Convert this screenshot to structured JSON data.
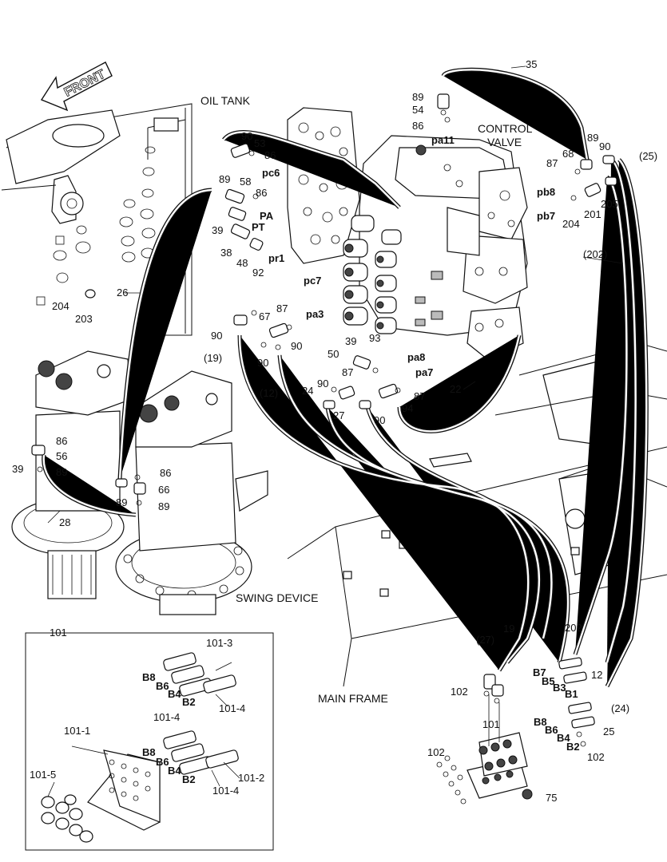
{
  "direction_arrow": "FRONT",
  "captions": {
    "oil_tank": "OIL TANK",
    "control_valve_line1": "CONTROL",
    "control_valve_line2": "VALVE",
    "swing_device": "SWING DEVICE",
    "main_frame": "MAIN FRAME"
  },
  "part_numbers": {
    "p35": "35",
    "p89a": "89",
    "p54": "54",
    "p86a": "86",
    "pa11": "pa11",
    "p89b": "89",
    "p90a": "90",
    "p68": "68",
    "p87a": "87",
    "p25p": "(25)",
    "pb8": "pb8",
    "pb7": "pb7",
    "p201": "201",
    "p205": "205",
    "p204a": "204",
    "p202p": "(202)",
    "p90b": "90",
    "p53": "53",
    "p86b": "86",
    "pc6": "pc6",
    "p89c": "89",
    "p58": "58",
    "p86c": "86",
    "pA": "PA",
    "pT": "PT",
    "p39a": "39",
    "p38": "38",
    "p48": "48",
    "p92": "92",
    "pr1": "pr1",
    "pc7": "pc7",
    "p26": "26",
    "p204b": "204",
    "p203": "203",
    "p87b": "87",
    "pa3": "pa3",
    "p67": "67",
    "p90c": "90",
    "p90d": "90",
    "p19p": "(19)",
    "p90e": "90",
    "p93": "93",
    "p39b": "39",
    "p50": "50",
    "p87c": "87",
    "pa8": "pa8",
    "pa7": "pa7",
    "p12p": "(12)",
    "p24": "24",
    "p90f": "90",
    "p22": "22",
    "p87d": "87",
    "p27": "27",
    "p90g": "90",
    "p94": "94",
    "p39c": "39",
    "p86d": "86",
    "p56": "56",
    "p89d": "89",
    "p86e": "86",
    "p66": "66",
    "p89e": "89",
    "p89f": "89",
    "p28": "28",
    "p101box": "101",
    "p101_3": "101-3",
    "bB8a": "B8",
    "bB6a": "B6",
    "bB4a": "B4",
    "bB2a": "B2",
    "p101_4a": "101-4",
    "p101_4b": "101-4",
    "bB8b": "B8",
    "bB6b": "B6",
    "bB4b": "B4",
    "bB2b": "B2",
    "p101_1": "101-1",
    "p101_5": "101-5",
    "p101_2": "101-2",
    "p101_4c": "101-4",
    "p19": "19",
    "p27p": "(27)",
    "p202": "202",
    "bB7": "B7",
    "bB5": "B5",
    "bB3": "B3",
    "bB1": "B1",
    "p12": "12",
    "p102a": "102",
    "p24p": "(24)",
    "bB8c": "B8",
    "bB6c": "B6",
    "bB4c": "B4",
    "bB2c": "B2",
    "p25": "25",
    "p101": "101",
    "p102b": "102",
    "p102c": "102",
    "p75": "75"
  }
}
